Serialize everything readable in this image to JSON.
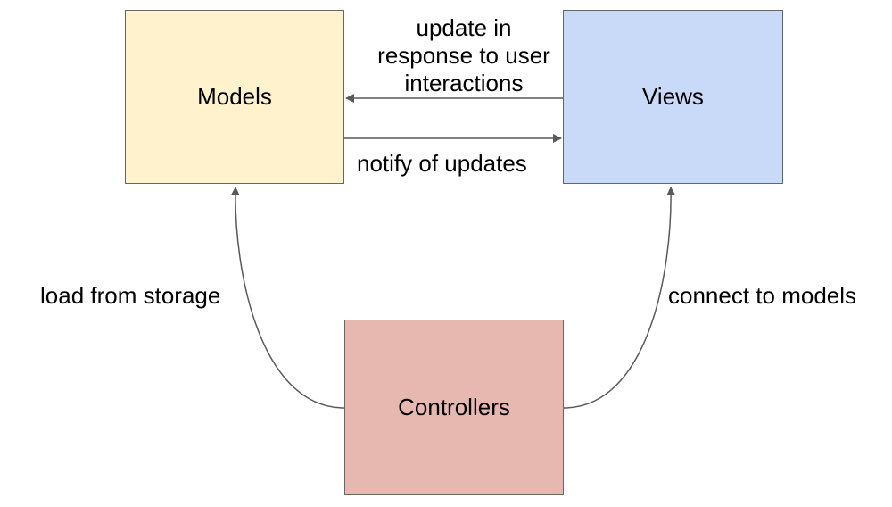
{
  "nodes": {
    "models": {
      "label": "Models",
      "fill": "#fff2cc"
    },
    "views": {
      "label": "Views",
      "fill": "#c9daf8"
    },
    "controllers": {
      "label": "Controllers",
      "fill": "#e6b8af"
    }
  },
  "edges": {
    "views_to_models": {
      "label_lines": [
        "update in",
        "response to user",
        "interactions"
      ]
    },
    "models_to_views": {
      "label": "notify of updates"
    },
    "controllers_to_models": {
      "label": "load from storage"
    },
    "controllers_to_views": {
      "label": "connect to models"
    }
  },
  "colors": {
    "border": "#666666",
    "arrow": "#595959",
    "text": "#000000"
  }
}
